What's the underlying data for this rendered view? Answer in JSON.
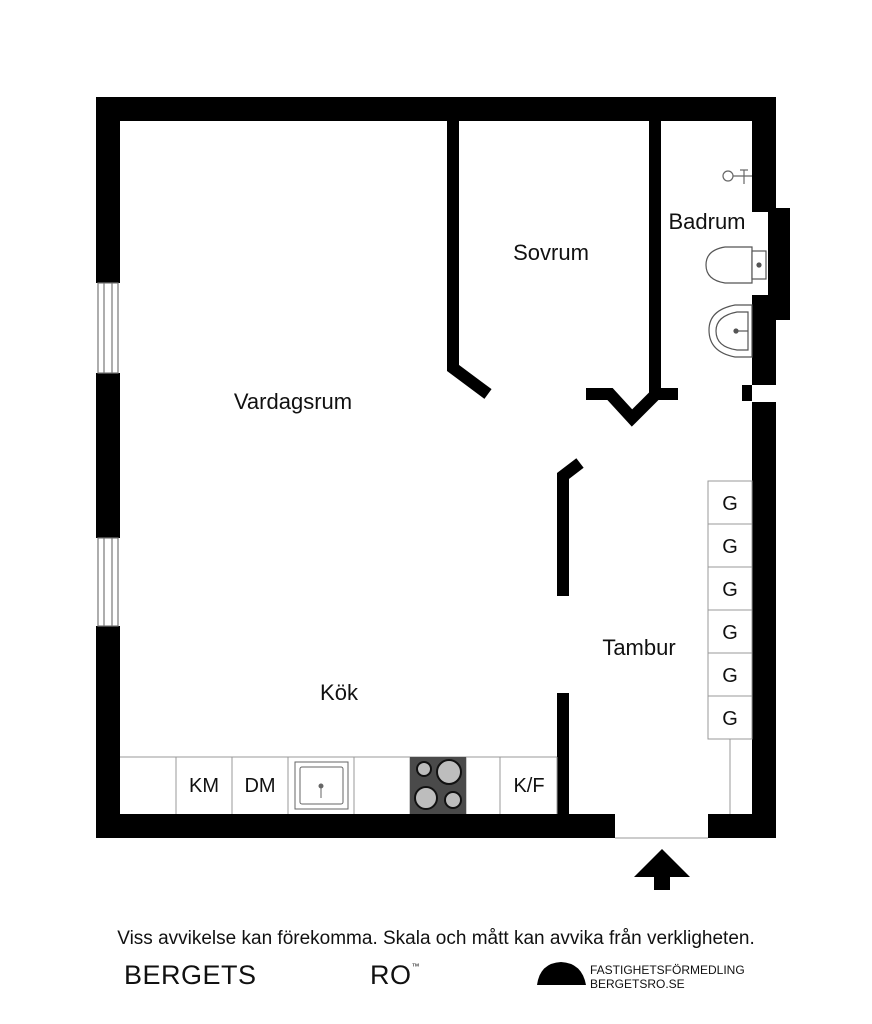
{
  "rooms": {
    "vardagsrum": "Vardagsrum",
    "sovrum": "Sovrum",
    "badrum": "Badrum",
    "kok": "Kök",
    "tambur": "Tambur"
  },
  "fixtures": {
    "km": "KM",
    "dm": "DM",
    "kf": "K/F",
    "wardrobe": [
      "G",
      "G",
      "G",
      "G",
      "G",
      "G"
    ]
  },
  "footer": {
    "disclaimer": "Viss avvikelse kan förekomma. Skala och mått kan avvika från verkligheten.",
    "brand_left": "BERGETS",
    "brand_right": "RO",
    "trademark": "™",
    "agency_line1": "FASTIGHETSFÖRMEDLING",
    "agency_line2": "BERGETSRO.SE"
  },
  "colors": {
    "wall": "#000000",
    "stove": "#4a4a4a",
    "fixture_line": "#999999"
  }
}
